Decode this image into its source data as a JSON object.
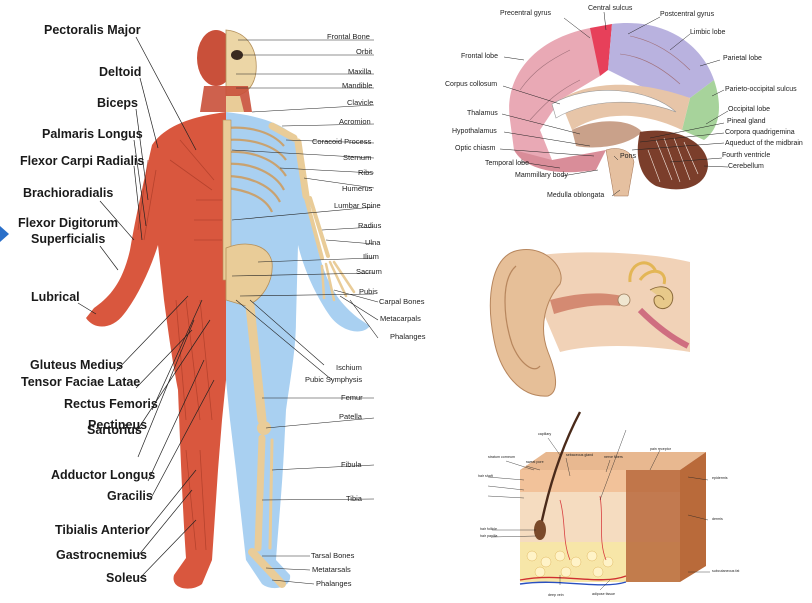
{
  "body_diagram": {
    "muscle_labels": [
      "Pectoralis Major",
      "Deltoid",
      "Biceps",
      "Palmaris Longus",
      "Flexor Carpi Radialis",
      "Brachioradialis",
      "Flexor Digitorum",
      "Superficialis",
      "Lubrical",
      "Gluteus Medius",
      "Tensor Faciae Latae",
      "Rectus Femoris",
      "Pectineus",
      "Sartorius",
      "Adductor Longus",
      "Gracilis",
      "Tibialis Anterior",
      "Gastrocnemius",
      "Soleus"
    ],
    "bone_labels": [
      "Frontal Bone",
      "Orbit",
      "Maxilla",
      "Mandible",
      "Clavicle",
      "Acromion",
      "Coracoid Process",
      "Sternum",
      "Ribs",
      "Humerus",
      "Lumbar Spine",
      "Radius",
      "Ulna",
      "Ilium",
      "Sacrum",
      "Pubis",
      "Carpal Bones",
      "Metacarpals",
      "Phalanges",
      "Ischium",
      "Pubic Symphysis",
      "Femur",
      "Patella",
      "Fibula",
      "Tibia",
      "Tarsal Bones",
      "Metatarsals",
      "Phalanges"
    ]
  },
  "brain_diagram": {
    "top_labels": [
      "Precentral gyrus",
      "Central sulcus",
      "Postcentral gyrus"
    ],
    "labels": [
      "Limbic lobe",
      "Frontal lobe",
      "Parietal lobe",
      "Corpus collosum",
      "Parieto-occipital sulcus",
      "Thalamus",
      "Occipital lobe",
      "Pineal gland",
      "Hypothalamus",
      "Corpora quadrigemina",
      "Optic chiasm",
      "Aqueduct of the midbrain",
      "Temporal lobe",
      "Pons",
      "Fourth ventricle",
      "Cerebellum",
      "Mammillary body",
      "Medulla oblongata"
    ]
  },
  "skin_diagram": {
    "labels": [
      "capillary",
      "sweat pore",
      "sebaceous gland",
      "nerve fibers",
      "stratum corneum",
      "pain receptor",
      "hair shaft",
      "epidermis",
      "dermis",
      "hair follicle",
      "hair papilla",
      "subcutaneous fat",
      "deep vein",
      "adipose tissue"
    ]
  },
  "colors": {
    "muscle": "#d9573e",
    "bone": "#e9cc98",
    "body_blue": "#a9d0f1",
    "frontal_lobe": "#e9a9b5",
    "parietal_lobe": "#b9b2df",
    "occipital_lobe": "#a7d39b",
    "limbic_lobe": "#e7c5a8",
    "cerebellum": "#7b3e2b",
    "ear_skin": "#e6bf98",
    "nav_arrow": "#2a6fc9"
  }
}
